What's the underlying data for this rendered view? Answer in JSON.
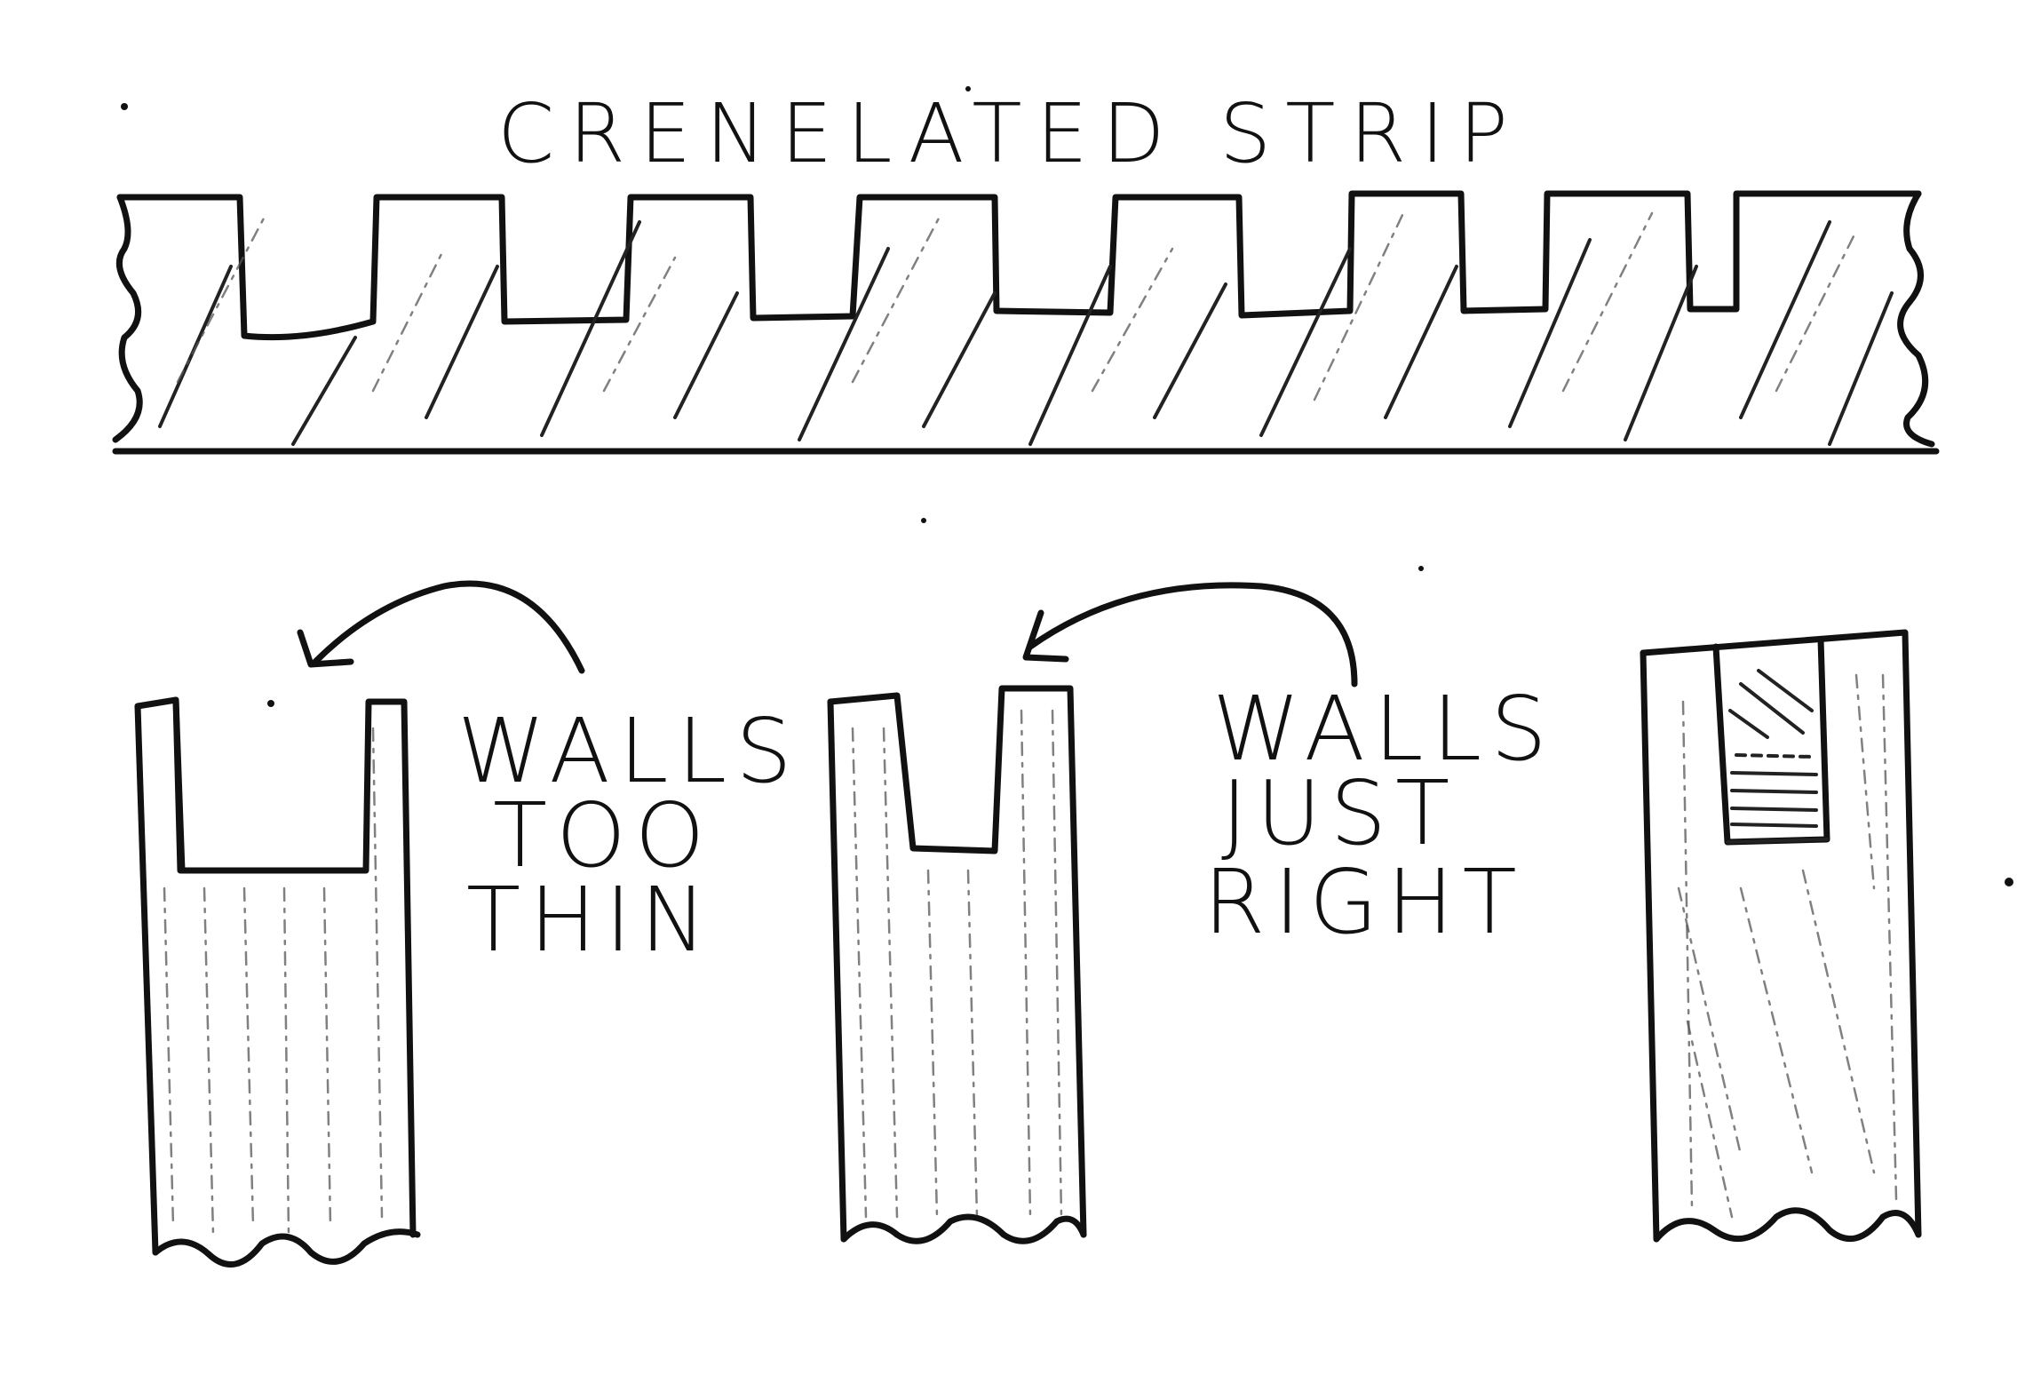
{
  "strip": {
    "title": "CRENELATED STRIP"
  },
  "notes": {
    "thin": {
      "lines": [
        "WALLS",
        "TOO",
        "THIN"
      ]
    },
    "right": {
      "lines": [
        "WALLS",
        "JUST",
        "RIGHT"
      ]
    }
  },
  "colors": {
    "ink": "#111111",
    "paper": "#ffffff"
  }
}
